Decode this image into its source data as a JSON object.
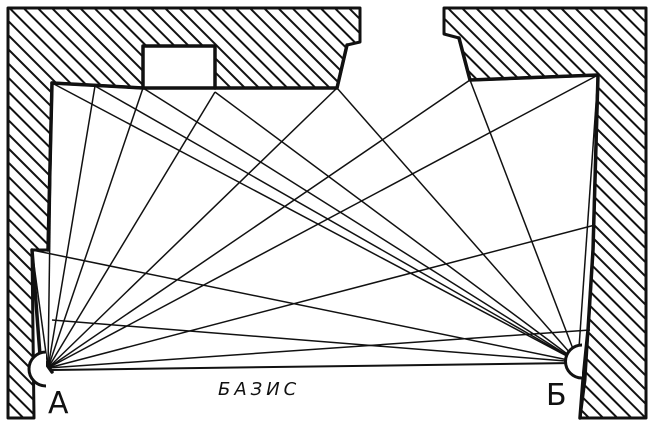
{
  "labels": {
    "point_a": "А",
    "point_b": "Б",
    "baseline": "БАЗИС"
  }
}
